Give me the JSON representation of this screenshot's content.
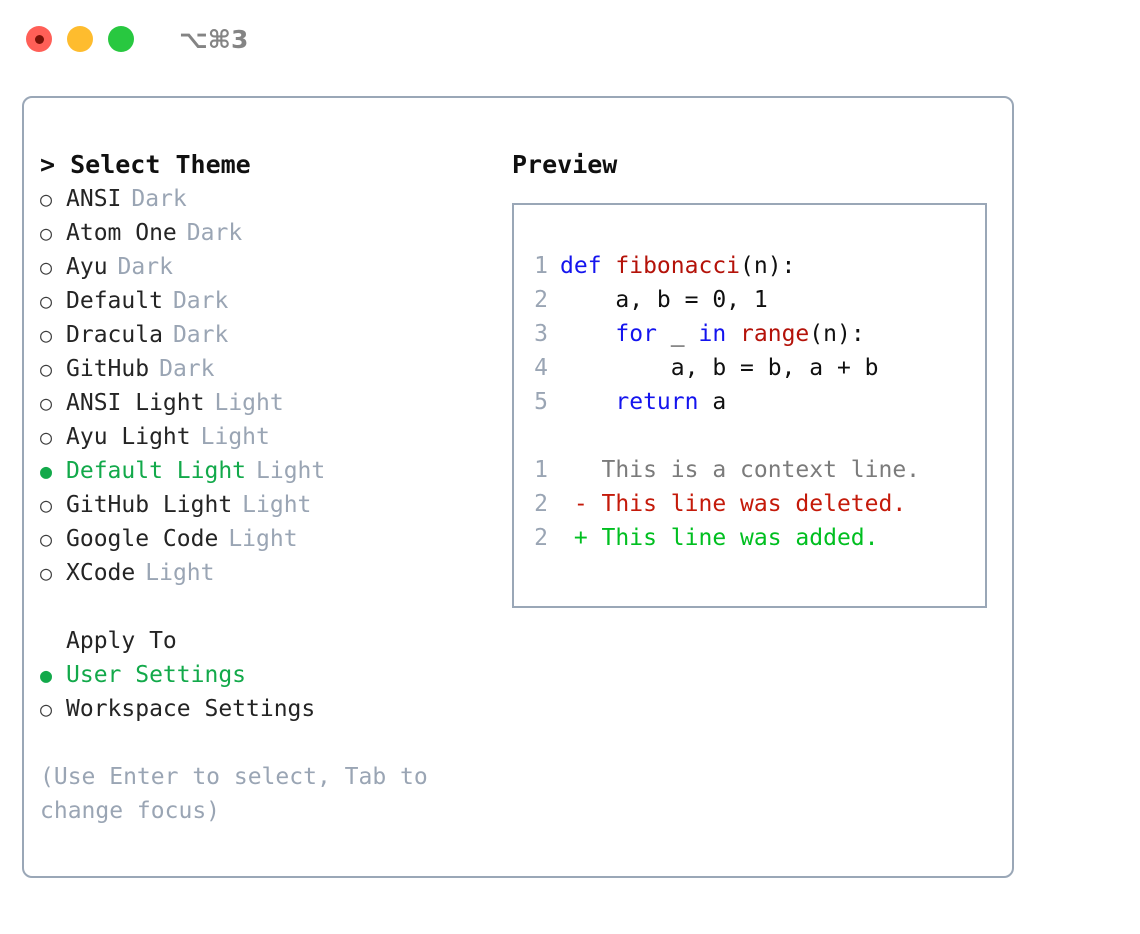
{
  "titlebar": {
    "shortcut": "⌥⌘3",
    "buttons": [
      {
        "name": "close",
        "color": "#ff5f57"
      },
      {
        "name": "minimize",
        "color": "#febc2e"
      },
      {
        "name": "maximize",
        "color": "#28c840"
      }
    ]
  },
  "theme_selector": {
    "header": "> Select Theme",
    "items": [
      {
        "label": "ANSI",
        "tag": "Dark",
        "selected": false
      },
      {
        "label": "Atom One",
        "tag": "Dark",
        "selected": false
      },
      {
        "label": "Ayu",
        "tag": "Dark",
        "selected": false
      },
      {
        "label": "Default",
        "tag": "Dark",
        "selected": false
      },
      {
        "label": "Dracula",
        "tag": "Dark",
        "selected": false
      },
      {
        "label": "GitHub",
        "tag": "Dark",
        "selected": false
      },
      {
        "label": "ANSI Light",
        "tag": "Light",
        "selected": false
      },
      {
        "label": "Ayu Light",
        "tag": "Light",
        "selected": false
      },
      {
        "label": "Default Light",
        "tag": "Light",
        "selected": true
      },
      {
        "label": "GitHub Light",
        "tag": "Light",
        "selected": false
      },
      {
        "label": "Google Code",
        "tag": "Light",
        "selected": false
      },
      {
        "label": "XCode",
        "tag": "Light",
        "selected": false
      }
    ],
    "bullet_selected": "●",
    "bullet_unselected": "○"
  },
  "apply_to": {
    "header": "Apply To",
    "items": [
      {
        "label": "User Settings",
        "selected": true
      },
      {
        "label": "Workspace Settings",
        "selected": false
      }
    ]
  },
  "hint": "(Use Enter to select, Tab to change focus)",
  "preview": {
    "title": "Preview",
    "code_lines": [
      {
        "no": "1",
        "tokens": [
          {
            "t": "def ",
            "c": "kw"
          },
          {
            "t": "fibonacci",
            "c": "fn"
          },
          {
            "t": "(n):",
            "c": "pl"
          }
        ]
      },
      {
        "no": "2",
        "tokens": [
          {
            "t": "    a, b = 0, 1",
            "c": "pl"
          }
        ]
      },
      {
        "no": "3",
        "tokens": [
          {
            "t": "    ",
            "c": "pl"
          },
          {
            "t": "for",
            "c": "kw"
          },
          {
            "t": " _ ",
            "c": "pl"
          },
          {
            "t": "in",
            "c": "kw"
          },
          {
            "t": " ",
            "c": "pl"
          },
          {
            "t": "range",
            "c": "fn"
          },
          {
            "t": "(n):",
            "c": "pl"
          }
        ]
      },
      {
        "no": "4",
        "tokens": [
          {
            "t": "        a, b = b, a + b",
            "c": "pl"
          }
        ]
      },
      {
        "no": "5",
        "tokens": [
          {
            "t": "    ",
            "c": "pl"
          },
          {
            "t": "return",
            "c": "kw"
          },
          {
            "t": " a",
            "c": "pl"
          }
        ]
      }
    ],
    "diff_lines": [
      {
        "no": "1",
        "marker": "  ",
        "text": "This is a context line.",
        "kind": "ctx"
      },
      {
        "no": "2",
        "marker": "- ",
        "text": "This line was deleted.",
        "kind": "del"
      },
      {
        "no": "2",
        "marker": "+ ",
        "text": "This line was added.",
        "kind": "add"
      }
    ]
  },
  "colors": {
    "selected_green": "#12a94a",
    "tag_gray": "#9aa5b4",
    "border": "#9aa7b7",
    "keyword_blue": "#1414ee",
    "function_red": "#b41209",
    "diff_delete": "#c41a0a",
    "diff_add": "#00bf20"
  }
}
